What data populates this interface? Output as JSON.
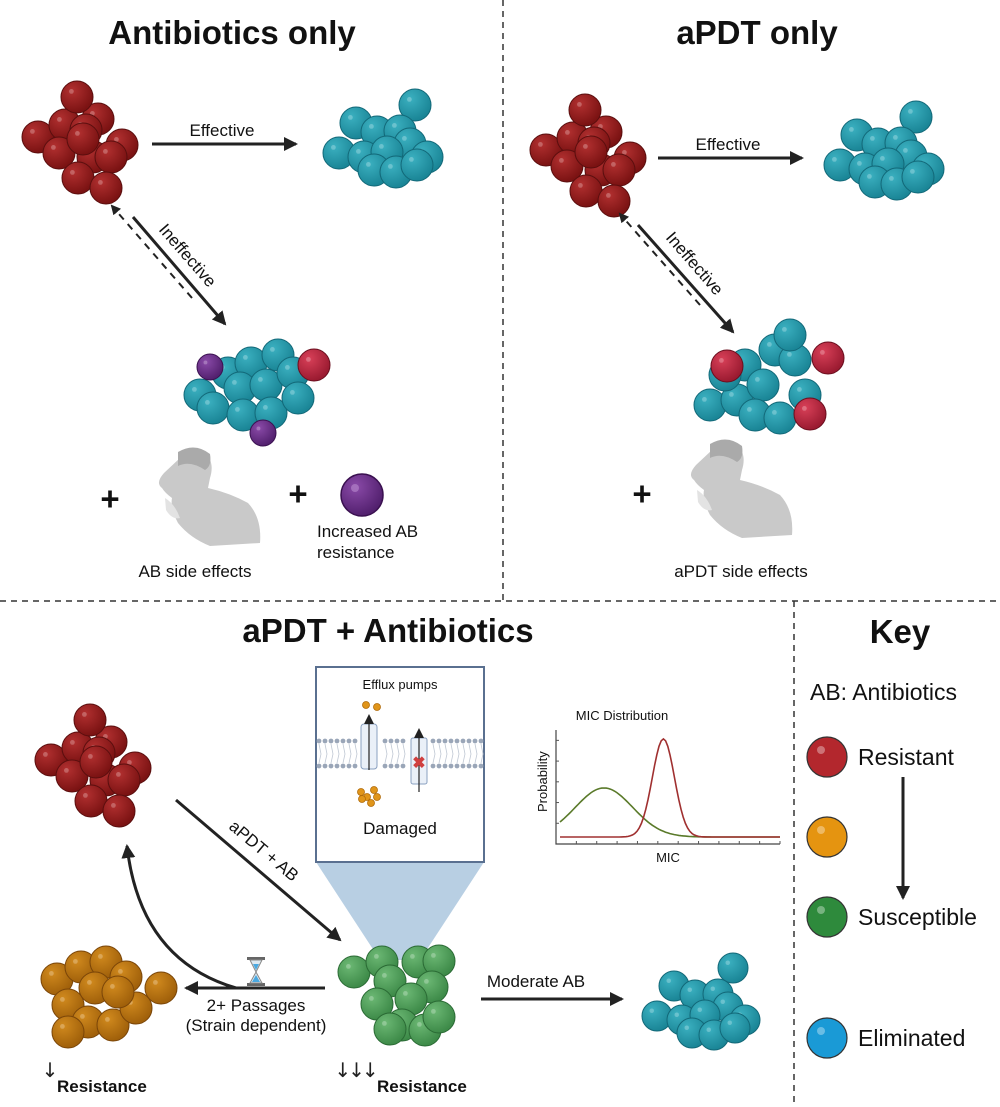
{
  "panels": {
    "antibiotics_only": {
      "title": "Antibiotics only",
      "effective_label": "Effective",
      "ineffective_label": "Ineffective",
      "side_effects_label": "AB side effects",
      "resistance_label_line1": "Increased AB",
      "resistance_label_line2": "resistance",
      "plus": "+"
    },
    "apdt_only": {
      "title": "aPDT only",
      "effective_label": "Effective",
      "ineffective_label": "Ineffective",
      "side_effects_label": "aPDT side effects",
      "plus": "+"
    },
    "combined": {
      "title": "aPDT + Antibiotics",
      "treatment_label": "aPDT + AB",
      "inset_title": "Efflux pumps",
      "inset_damaged": "Damaged",
      "passages_line1": "2+ Passages",
      "passages_line2": "(Strain dependent)",
      "moderate_label": "Moderate AB",
      "resistance_label": "Resistance",
      "low_arrows": "↓",
      "high_arrows": "↓↓↓"
    },
    "key": {
      "title": "Key",
      "abbrev": "AB: Antibiotics",
      "items": [
        {
          "label": "Resistant",
          "color": "#b3272d"
        },
        {
          "label": "",
          "color": "#e59410"
        },
        {
          "label": "Susceptible",
          "color": "#2e8a3c"
        },
        {
          "label": "Eliminated",
          "color": "#1a9ad6"
        }
      ]
    }
  },
  "colors": {
    "resistant": "#8e1a1a",
    "eliminated": "#1f95a6",
    "intermediate": "#c47a12",
    "susceptible": "#4c9a58",
    "purple": "#6a2a8a",
    "red_cell": "#c42a44"
  },
  "chart_data": {
    "type": "line",
    "title": "MIC Distribution",
    "xlabel": "MIC",
    "ylabel": "Probability",
    "grid": false,
    "series": [
      {
        "name": "susceptible",
        "color": "#5a7a2a",
        "shape": "broad low peak",
        "peak_x": 0.2,
        "peak_y": 0.45
      },
      {
        "name": "resistant",
        "color": "#a03030",
        "shape": "sharp high peak",
        "peak_x": 0.47,
        "peak_y": 0.9
      }
    ],
    "xlim": [
      0,
      1
    ],
    "ylim": [
      0,
      1
    ]
  }
}
